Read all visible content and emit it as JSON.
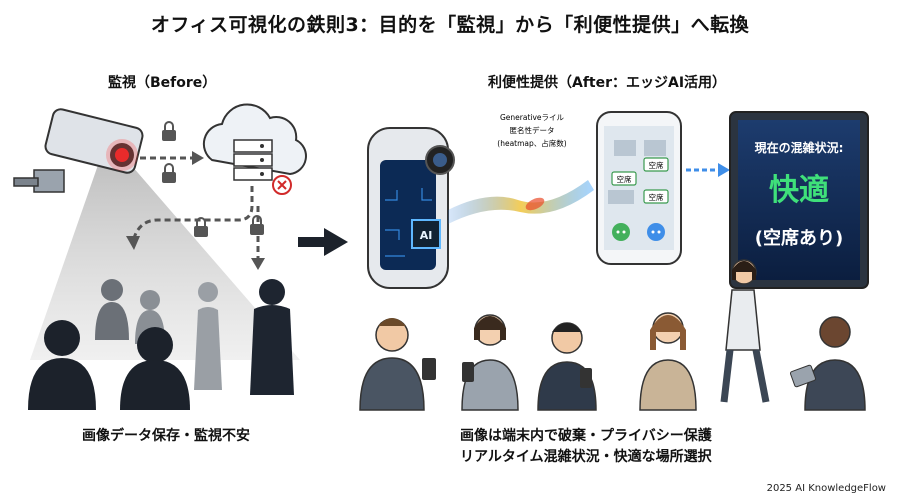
{
  "title": "オフィス可視化の鉄則3：目的を「監視」から「利便性提供」へ転換",
  "before": {
    "heading": "監視（Before）",
    "caption": "画像データ保存・監視不安"
  },
  "after": {
    "heading": "利便性提供（After：エッジAI活用）",
    "caption_line1": "画像は端末内で破棄・プライバシー保護",
    "caption_line2": "リアルタイム混雑状況・快適な場所選択",
    "data_note_line1": "Generativeライル",
    "data_note_line2": "匿名性データ",
    "data_note_line3": "(heatmap、占席数)",
    "chip_label": "AI",
    "phone_labels": [
      "空席",
      "空席",
      "空席"
    ],
    "display_line1": "現在の混雑状況:",
    "display_line2": "快適",
    "display_line3": "(空席あり)"
  },
  "footer": "2025 AI KnowledgeFlow"
}
